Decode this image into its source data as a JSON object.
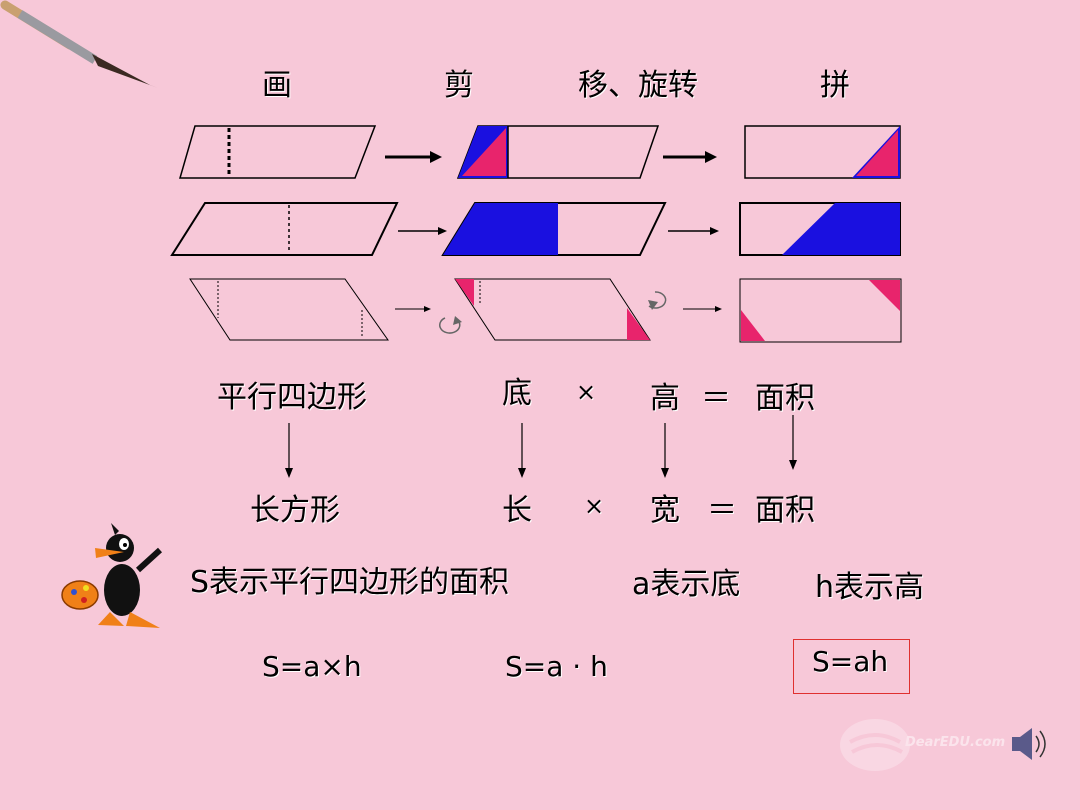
{
  "steps": {
    "draw": "画",
    "cut": "剪",
    "move_rotate": "移、旋转",
    "assemble": "拼"
  },
  "formula_row1": {
    "shape": "平行四边形",
    "base": "底",
    "times": "×",
    "height": "高",
    "equals": "＝",
    "area": "面积"
  },
  "formula_row2": {
    "shape": "长方形",
    "length": "长",
    "times": "×",
    "width": "宽",
    "equals": "＝",
    "area": "面积"
  },
  "definitions": {
    "s": "S表示平行四边形的面积",
    "a": "a表示底",
    "h": "h表示高"
  },
  "formulas": {
    "f1": "S=a×h",
    "f2": "S=a · h",
    "f3": "S=ah"
  },
  "watermark": "DearEDU.com",
  "colors": {
    "background": "#f7c8d8",
    "pink": "#e8246c",
    "blue": "#1a10e0",
    "answer_border": "#e03030"
  },
  "icons": [
    "paintbrush-icon",
    "cartoon-duck-icon",
    "speaker-icon",
    "rotate-arrow-icon"
  ]
}
